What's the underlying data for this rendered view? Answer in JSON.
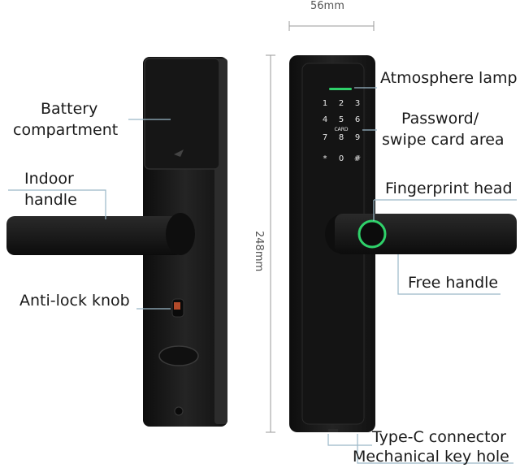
{
  "dimensions": {
    "width_label": "56mm",
    "height_label": "248mm"
  },
  "labels": {
    "battery_line1": "Battery",
    "battery_line2": "compartment",
    "indoor_line1": "Indoor",
    "indoor_line2": "handle",
    "anti_lock": "Anti-lock knob",
    "atmosphere": "Atmosphere lamp",
    "password_line1": "Password/",
    "password_line2": "swipe card area",
    "fingerprint": "Fingerprint head",
    "free_handle": "Free handle",
    "typec": "Type-C connector",
    "mech_key": "Mechanical key hole"
  },
  "keypad": {
    "row1": [
      "1",
      "2",
      "3"
    ],
    "row2": [
      "4",
      "5",
      "6"
    ],
    "card": "CARD",
    "row3": [
      "7",
      "8",
      "9"
    ],
    "row4": [
      "*",
      "0",
      "#"
    ]
  },
  "colors": {
    "body": "#1c1c1c",
    "accent_green": "#2fd16a",
    "leader": "#9ab8c8"
  }
}
